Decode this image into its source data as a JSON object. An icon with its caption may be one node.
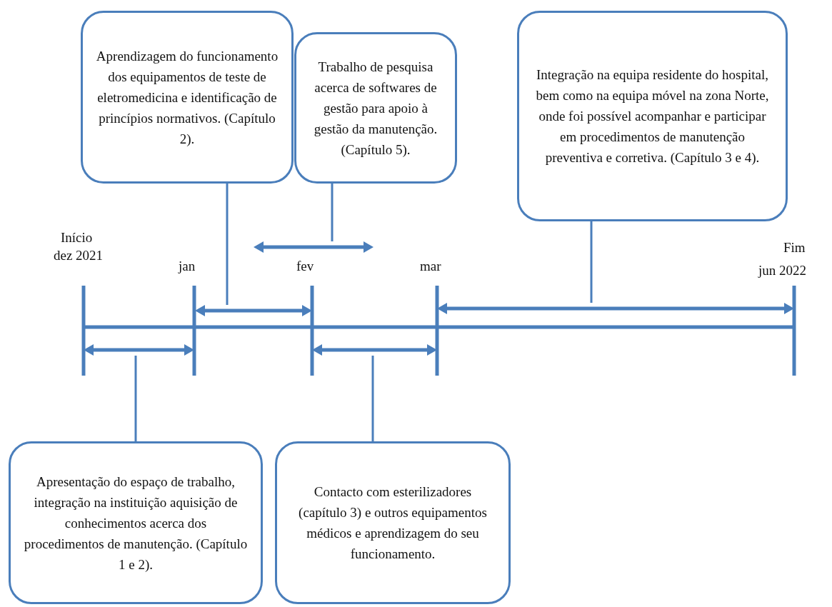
{
  "diagram": {
    "nodes": [
      {
        "text": [
          "Aprendizagem do funcionamento dos equipamentos de teste de eletromedicina e identificação de princípios normativos. (Capítulo 2)."
        ]
      },
      {
        "text": [
          "Trabalho de pesquisa acerca de softwares de gestão para apoio à gestão da manutenção. (Capítulo 5)."
        ]
      },
      {
        "text": [
          "Integração na equipa residente do hospital, bem como na equipa móvel na zona Norte, onde foi possível acompanhar e participar em procedimentos de manutenção preventiva e corretiva. (Capítulo 3 e 4)."
        ]
      },
      {
        "text": [],
        "shape": "arrow"
      },
      {
        "text": [],
        "shape": "arrow"
      },
      {
        "text": [],
        "shape": "arrow"
      },
      {
        "text": [],
        "shape": "arrow"
      },
      {
        "text": [],
        "shape": "arrow"
      },
      {
        "text": [
          "Apresentação do espaço de trabalho, integração na instituição aquisição de conhecimentos acerca dos procedimentos de manutenção. (Capítulo 1 e 2)."
        ]
      },
      {
        "text": [
          "Contacto com esterilizadores (capítulo 3) e outros equipamentos médicos e aprendizagem do seu funcionamento."
        ]
      }
    ],
    "edges": [
      {
        "from": 0,
        "to": 4,
        "arrow": "none"
      },
      {
        "from": 1,
        "to": 3,
        "arrow": "none"
      },
      {
        "from": 2,
        "to": 5,
        "arrow": "none"
      },
      {
        "from": 8,
        "to": 6,
        "arrow": "none"
      },
      {
        "from": 9,
        "to": 7,
        "arrow": "none"
      }
    ],
    "labels": [
      "Início",
      "dez 2021",
      "jan",
      "fev",
      "mar",
      "Fim",
      "jun 2022"
    ]
  }
}
